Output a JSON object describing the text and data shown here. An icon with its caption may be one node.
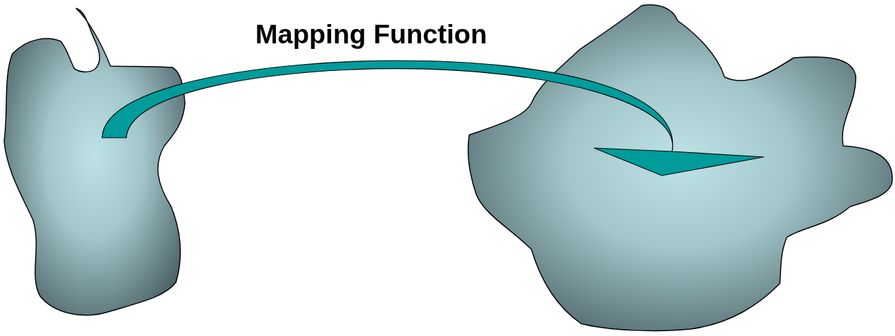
{
  "diagram": {
    "nodes": [
      {
        "text": [],
        "shape": "blob"
      },
      {
        "text": [],
        "shape": "blob"
      }
    ],
    "edges": [
      {
        "from": 0,
        "to": 1,
        "arrow": "to",
        "label": "Mapping Function",
        "style": "thick"
      }
    ]
  }
}
